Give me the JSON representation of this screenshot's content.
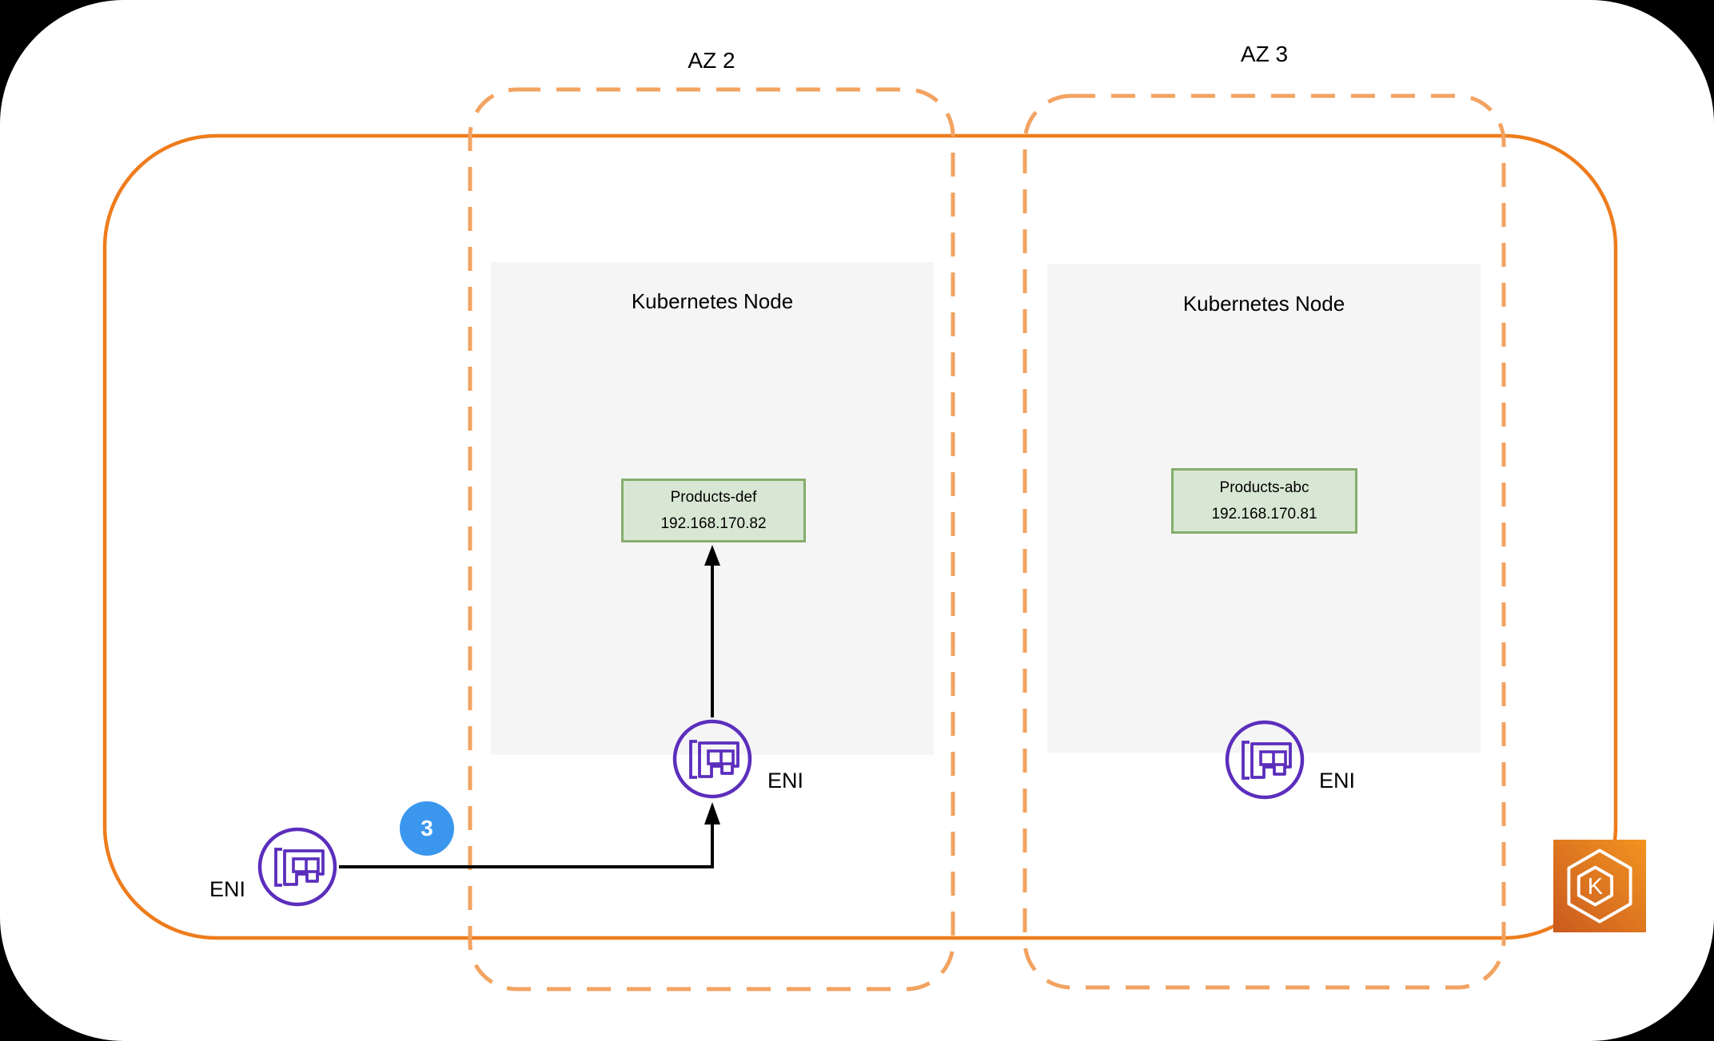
{
  "diagram": {
    "availability_zones": [
      {
        "label": "AZ 2"
      },
      {
        "label": "AZ 3"
      }
    ],
    "nodes": [
      {
        "title": "Kubernetes Node",
        "pod": {
          "name": "Products-def",
          "ip": "192.168.170.82"
        },
        "eni_label": "ENI"
      },
      {
        "title": "Kubernetes Node",
        "pod": {
          "name": "Products-abc",
          "ip": "192.168.170.81"
        },
        "eni_label": "ENI"
      }
    ],
    "external_eni": {
      "label": "ENI"
    },
    "step_badge": {
      "value": "3"
    },
    "eks_icon": {
      "letter": "K"
    },
    "colors": {
      "vpc_border": "#EE7C1C",
      "az_border": "#F2A361",
      "node_fill": "#F5F5F5",
      "pod_fill": "#D8E7D3",
      "pod_border": "#85AE6B",
      "eni_purple": "#5B2EBD",
      "badge_blue": "#3B97EE",
      "arrow": "#000000",
      "eks_gradient_start": "#CA5A1E",
      "eks_gradient_end": "#F29421"
    }
  }
}
